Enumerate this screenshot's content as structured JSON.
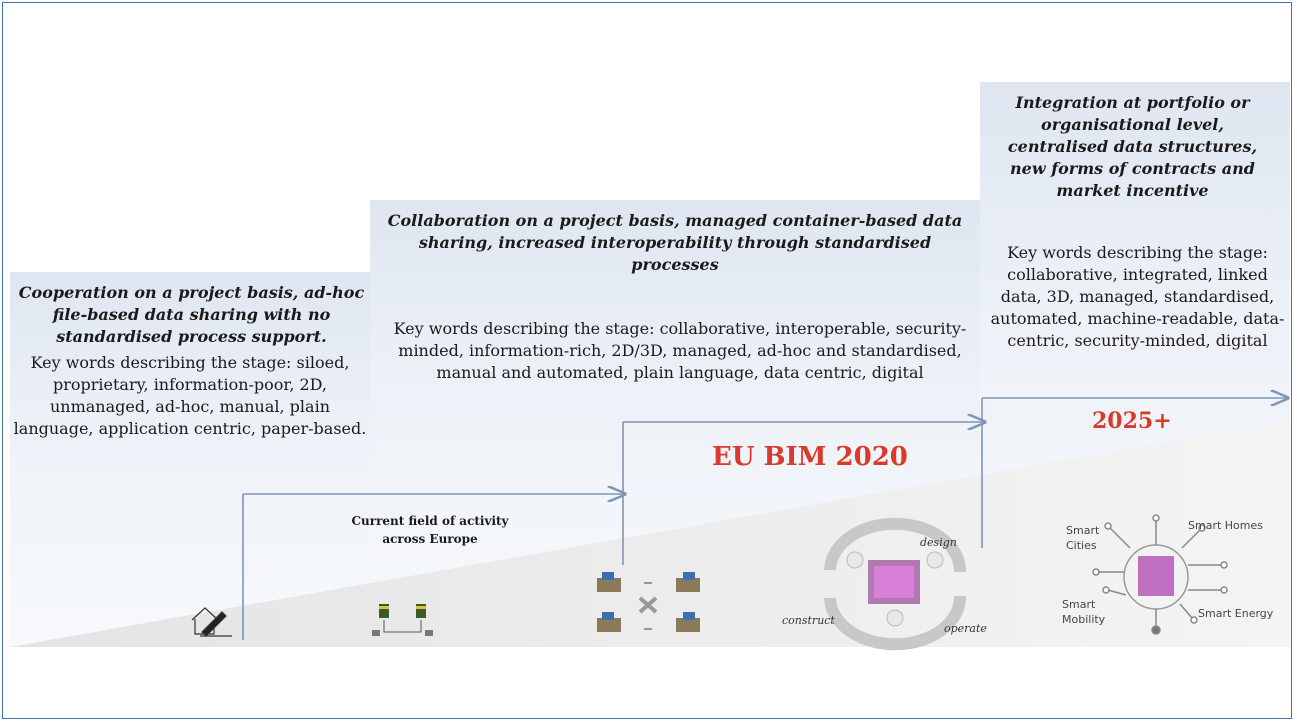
{
  "stages": [
    {
      "title": "Cooperation on a project basis, ad-hoc file-based data sharing with no standardised process support.",
      "keywords": "Key words describing the stage: siloed, proprietary, information-poor, 2D, unmanaged, ad-hoc, manual, plain language, application centric, paper-based."
    },
    {
      "title": "Collaboration on a project basis, managed container-based data sharing, increased interoperability through standardised processes",
      "keywords": "Key words describing the stage: collaborative, interoperable, security-minded, information-rich, 2D/3D, managed, ad-hoc and standardised, manual and automated, plain language, data centric, digital"
    },
    {
      "title": "Integration at portfolio or organisational level, centralised data structures, new forms of contracts and market incentive",
      "keywords": "Key words describing the stage: collaborative, integrated, linked data, 3D, managed, standardised, automated, machine-readable, data-centric, security-minded, digital"
    }
  ],
  "milestones": {
    "eu_bim": "EU BIM 2020",
    "future": "2025+"
  },
  "current_field": "Current field of activity across Europe",
  "cycle": {
    "design": "design",
    "construct": "construct",
    "operate": "operate"
  },
  "smart": {
    "cities": "Smart Cities",
    "homes": "Smart Homes",
    "mobility": "Smart Mobility",
    "energy": "Smart Energy"
  },
  "colors": {
    "accent_red": "#d93a2b",
    "arrow": "#7d95b8",
    "border": "#4a6fa8"
  }
}
